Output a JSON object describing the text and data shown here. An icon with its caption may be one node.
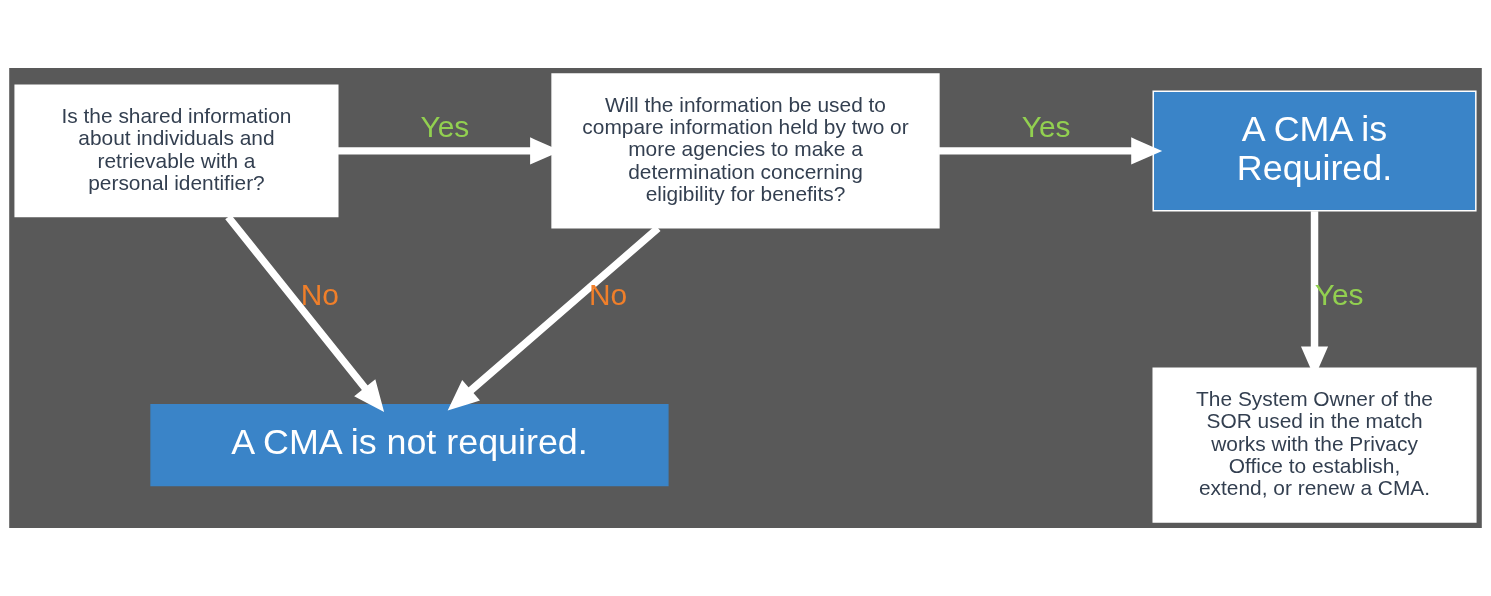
{
  "diagram": {
    "nodes": [
      {
        "text": [
          "Is the shared information about individuals and retrievable with a personal identifier?"
        ]
      },
      {
        "text": [
          "Will the information be used to compare information held by two or more agencies to make a determination concerning eligibility for benefits?"
        ]
      },
      {
        "text": [
          "A CMA is Required."
        ]
      },
      {
        "text": [
          "A CMA is not required."
        ]
      },
      {
        "text": [
          "The System Owner of the SOR used in the match works with the Privacy Office to establish, extend, or renew a CMA."
        ]
      }
    ],
    "edges": [
      {
        "from": 0,
        "to": 1,
        "arrow": "to",
        "label": "Yes"
      },
      {
        "from": 1,
        "to": 2,
        "arrow": "to",
        "label": "Yes"
      },
      {
        "from": 2,
        "to": 4,
        "arrow": "to",
        "label": "Yes"
      },
      {
        "from": 0,
        "to": 3,
        "arrow": "to",
        "label": "No"
      },
      {
        "from": 1,
        "to": 3,
        "arrow": "to",
        "label": "No"
      }
    ]
  }
}
